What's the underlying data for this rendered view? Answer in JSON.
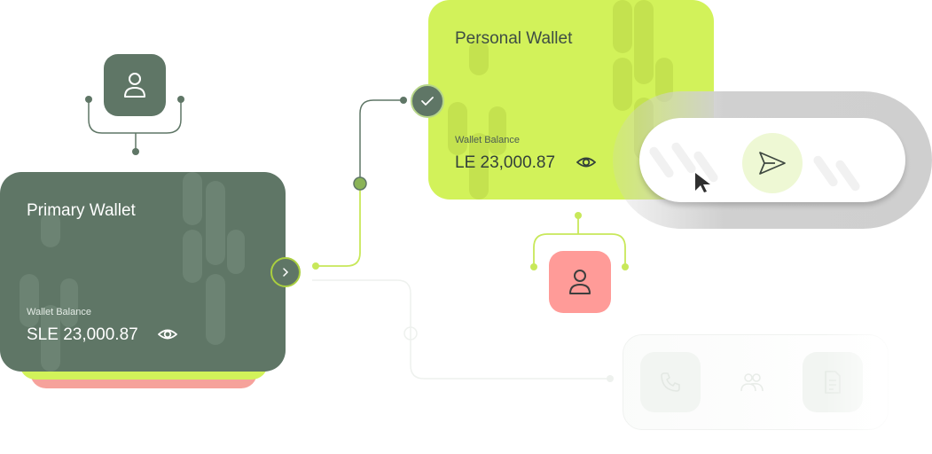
{
  "colors": {
    "primary_card": "#5f7666",
    "personal_card": "#d2f25a",
    "accent_red": "#ff9b98",
    "connector_green": "#5f7666",
    "connector_lime": "#c8e85a"
  },
  "primary_wallet": {
    "title": "Primary Wallet",
    "balance_label": "Wallet Balance",
    "balance_value": "SLE 23,000.87",
    "visibility_icon": "eye-icon",
    "expand_icon": "chevron-right-icon"
  },
  "personal_wallet": {
    "title": "Personal Wallet",
    "balance_label": "Wallet Balance",
    "balance_value": "LE 23,000.87",
    "visibility_icon": "eye-icon",
    "status_icon": "check-icon"
  },
  "sender_avatar": {
    "icon": "user-icon"
  },
  "receiver_avatar": {
    "icon": "user-icon"
  },
  "send_action": {
    "icon": "send-icon",
    "cursor_icon": "cursor-arrow-icon"
  },
  "action_bar": {
    "icons": [
      "phone-icon",
      "people-icon",
      "document-icon"
    ]
  }
}
